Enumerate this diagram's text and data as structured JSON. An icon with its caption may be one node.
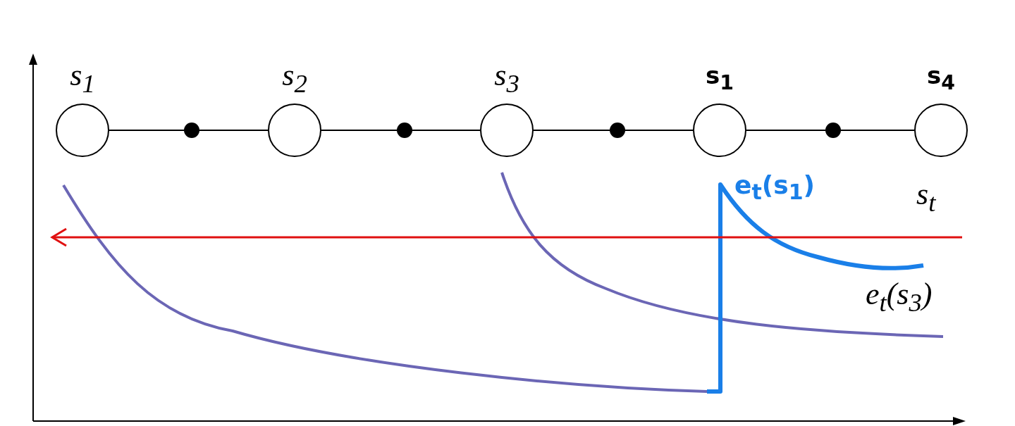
{
  "diagram": {
    "nodes": [
      {
        "text": [
          "s$_{1}$"
        ]
      },
      {
        "text": [],
        "shape": "circle"
      },
      {
        "text": [
          "s$_{2}$"
        ]
      },
      {
        "text": [],
        "shape": "circle"
      },
      {
        "text": [
          "s$_{3}$"
        ]
      },
      {
        "text": [],
        "shape": "circle"
      },
      {
        "text": [
          "s$_{1}$"
        ]
      },
      {
        "text": [],
        "shape": "circle"
      },
      {
        "text": [
          "s$_{4}$"
        ]
      }
    ],
    "edges": [
      {
        "from": 0,
        "to": 1,
        "arrow": "none"
      },
      {
        "from": 1,
        "to": 2,
        "arrow": "none"
      },
      {
        "from": 2,
        "to": 3,
        "arrow": "none"
      },
      {
        "from": 3,
        "to": 4,
        "arrow": "none"
      },
      {
        "from": 4,
        "to": 5,
        "arrow": "none"
      },
      {
        "from": 5,
        "to": 6,
        "arrow": "none"
      },
      {
        "from": 6,
        "to": 7,
        "arrow": "none"
      },
      {
        "from": 7,
        "to": 8,
        "arrow": "none"
      }
    ],
    "labels": [
      "e$_{t}$(s$_{1}$)",
      "s$_{t}$",
      "e$_{t}$(s$_{3}$)"
    ]
  }
}
